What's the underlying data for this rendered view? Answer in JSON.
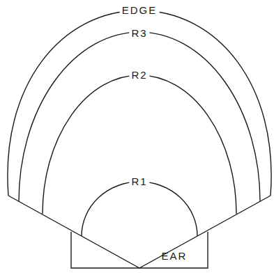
{
  "diagram": {
    "labels": [
      "EDGE",
      "R3",
      "R2",
      "R1",
      "EAR"
    ]
  }
}
